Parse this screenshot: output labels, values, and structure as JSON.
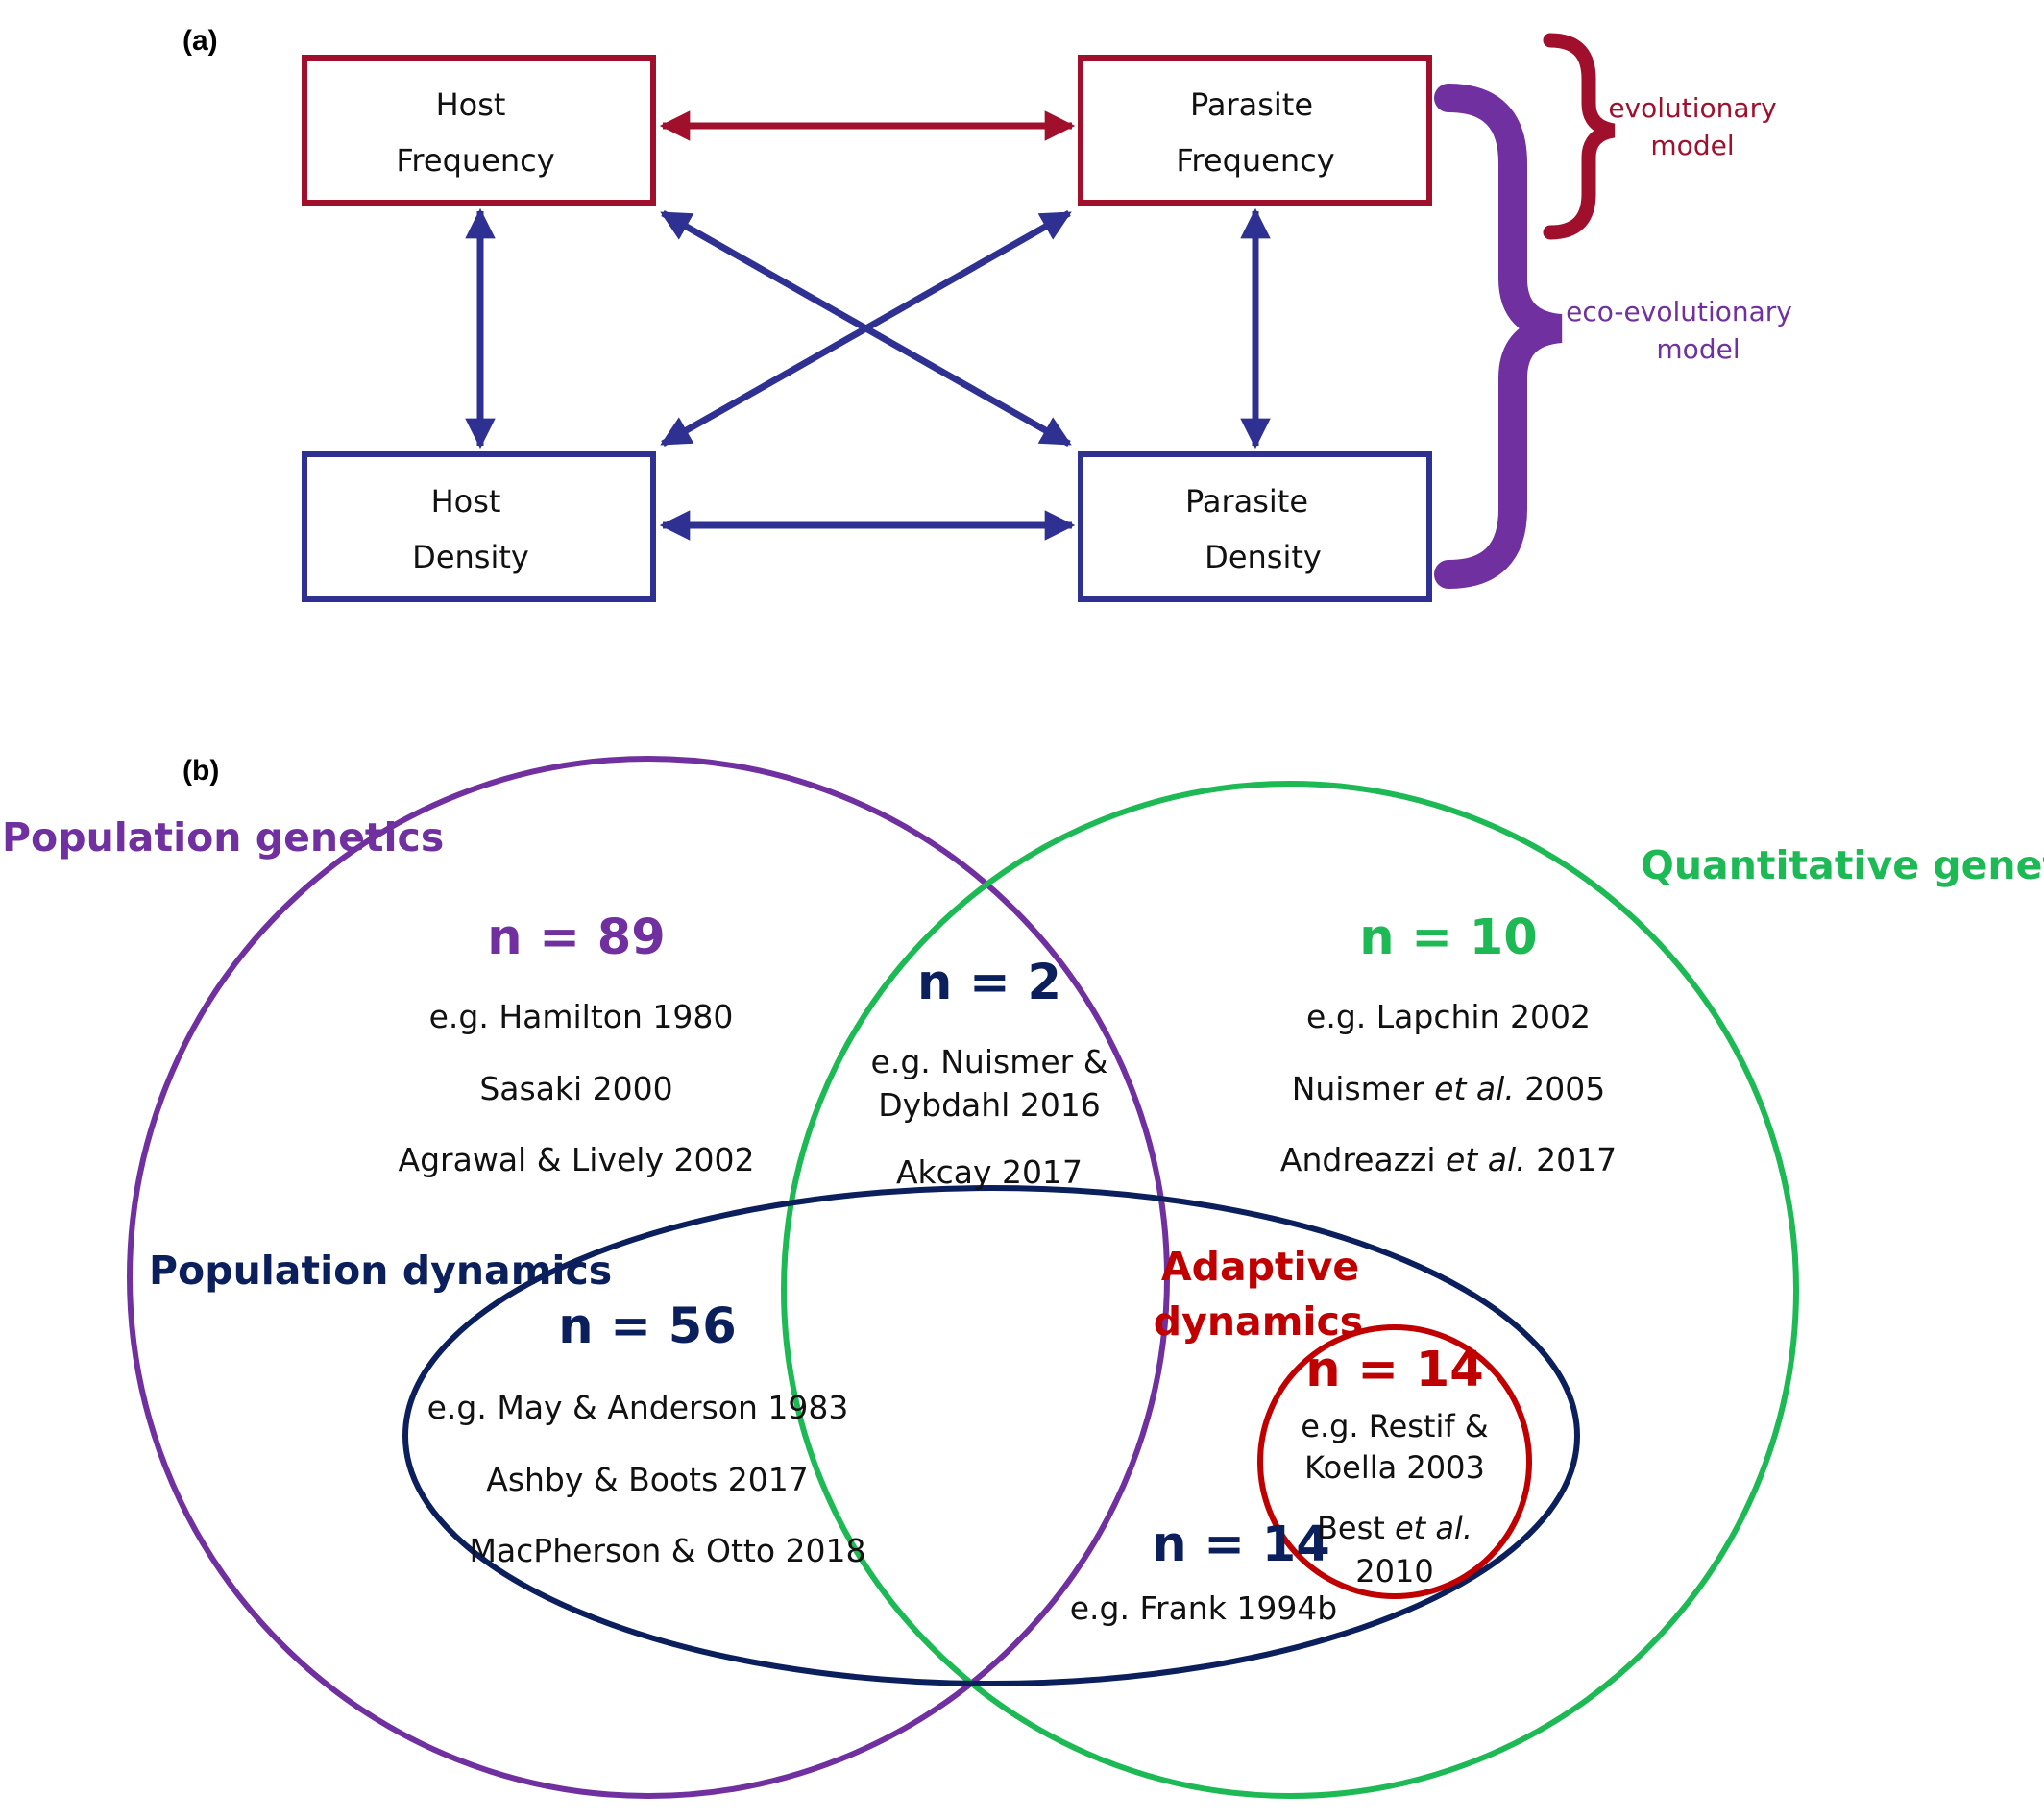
{
  "panel_a": {
    "label": "(a)",
    "boxes": {
      "host_frequency": [
        "Host",
        "Frequency"
      ],
      "parasite_frequency": [
        "Parasite",
        "Frequency"
      ],
      "host_density": [
        "Host",
        "Density"
      ],
      "parasite_density": [
        "Parasite",
        "Density"
      ]
    },
    "evolutionary_model": [
      "evolutionary",
      "model"
    ],
    "eco_evolutionary_model": [
      "eco-evolutionary",
      "model"
    ]
  },
  "panel_b": {
    "label": "(b)",
    "population_genetics": {
      "title": "Population genetics",
      "count": "n = 89",
      "refs": [
        "e.g. Hamilton 1980",
        "Sasaki 2000",
        "Agrawal & Lively 2002"
      ]
    },
    "quantitative_genetics": {
      "title": "Quantitative genetics",
      "count": "n = 10",
      "refs": {
        "r1": "e.g. Lapchin 2002",
        "r2_author": "Nuismer ",
        "r2_etal": "et al.",
        "r2_year": " 2005",
        "r3_author": "Andreazzi ",
        "r3_etal": "et al.",
        "r3_year": " 2017"
      }
    },
    "popgen_quantgen_overlap": {
      "count": "n = 2",
      "refs": [
        "e.g. Nuismer &",
        "Dybdahl 2016",
        "Akcay 2017"
      ]
    },
    "population_dynamics": {
      "title": "Population dynamics",
      "count": "n = 56",
      "refs": [
        "e.g. May & Anderson 1983",
        "Ashby & Boots 2017",
        "MacPherson & Otto 2018"
      ]
    },
    "quantgen_popdyn_overlap": {
      "count": "n = 14",
      "refs": [
        "e.g. Frank 1994b"
      ]
    },
    "adaptive_dynamics": {
      "title": [
        "Adaptive",
        "dynamics"
      ],
      "count": "n = 14",
      "refs": {
        "r1": "e.g. Restif &",
        "r2": "Koella 2003",
        "r3_author": "Best ",
        "r3_etal": "et al.",
        "r4": "2010"
      }
    }
  },
  "colors": {
    "red": "#a0102c",
    "blue": "#2e3192",
    "purple": "#7030a0",
    "green": "#1db954",
    "navy": "#0b1f5c",
    "adaptive_red": "#c00000"
  }
}
